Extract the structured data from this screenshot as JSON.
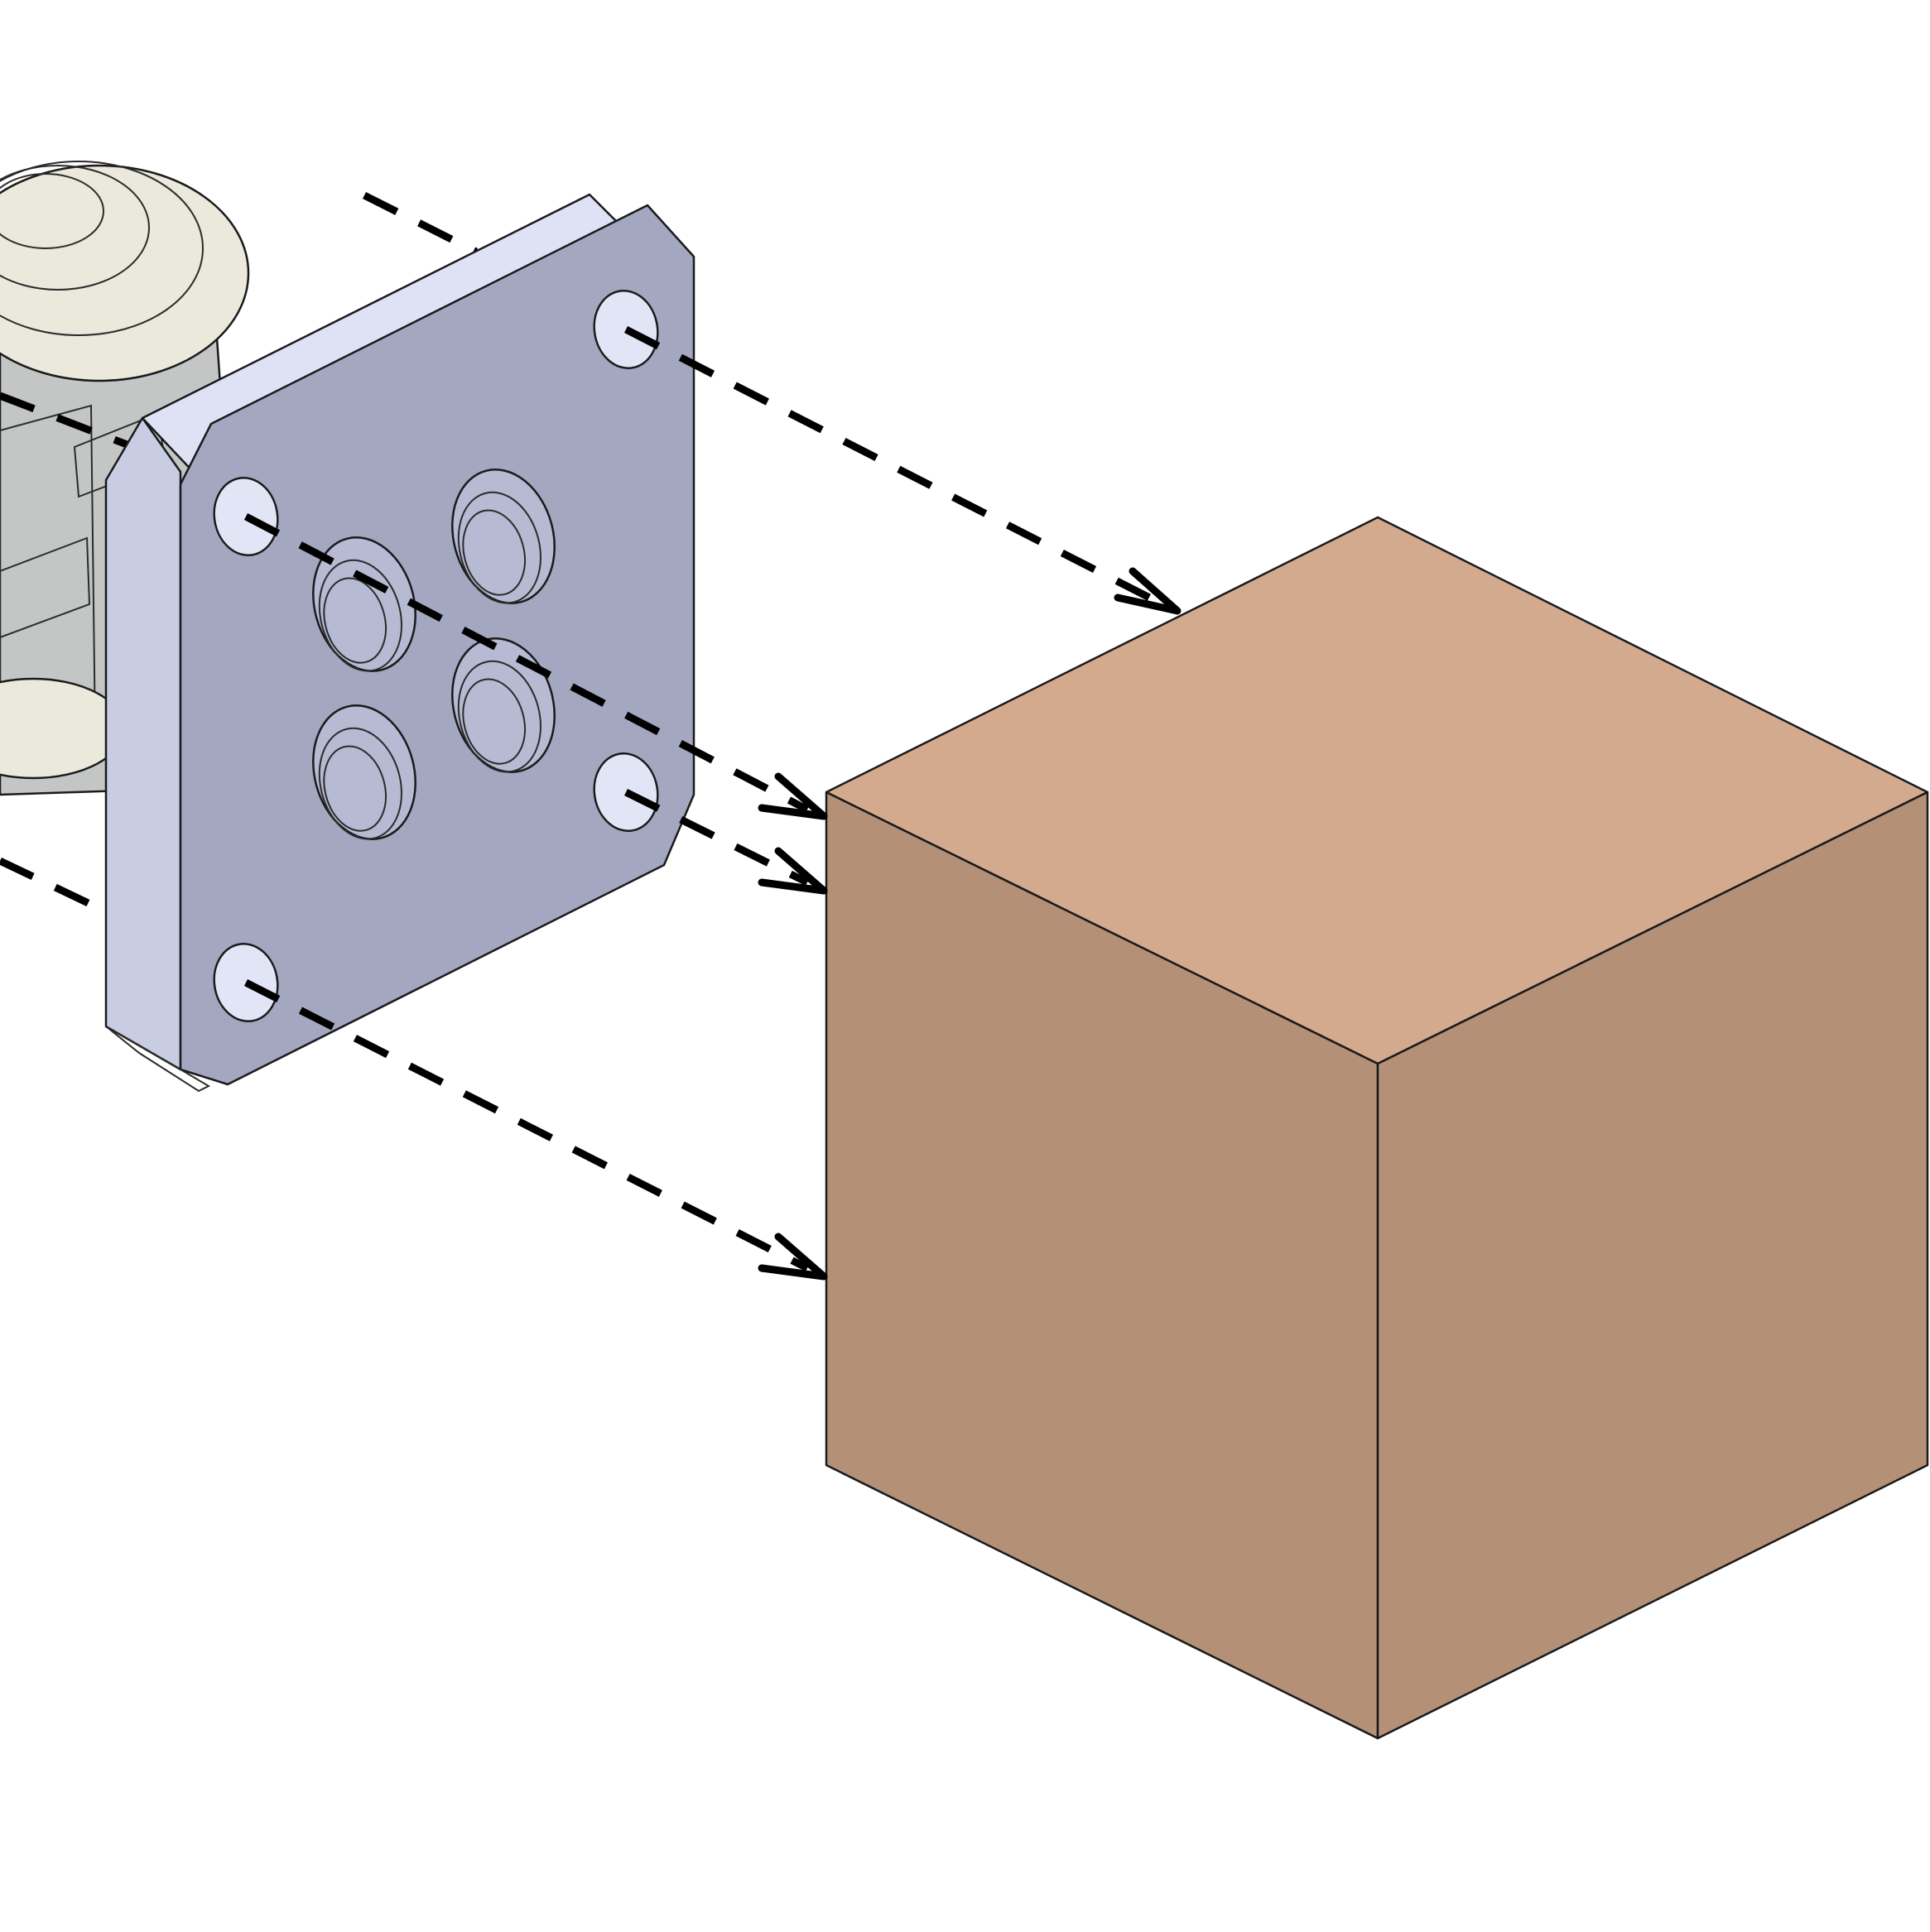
{
  "colors": {
    "background": "#ffffff",
    "cube_top": "#d4aa8e",
    "cube_left": "#b39076",
    "cube_right": "#b39076",
    "plate_front": "#a3a7c0",
    "plate_side": "#c9cde3",
    "plate_bevel": "#dfe2f4",
    "hole_fill": "#e2e5f6",
    "fixture_body": "#ebe8dc",
    "fixture_shadow": "#cfccc0",
    "fixture_metal": "#c4c6c6",
    "line_color": "#1a1a1a",
    "arrow_color": "#000000"
  },
  "parts": {
    "mounting_plate": "mounting-plate",
    "fixture": "caster-fixture",
    "cube": "wood-cube"
  },
  "arrow_count": 4
}
